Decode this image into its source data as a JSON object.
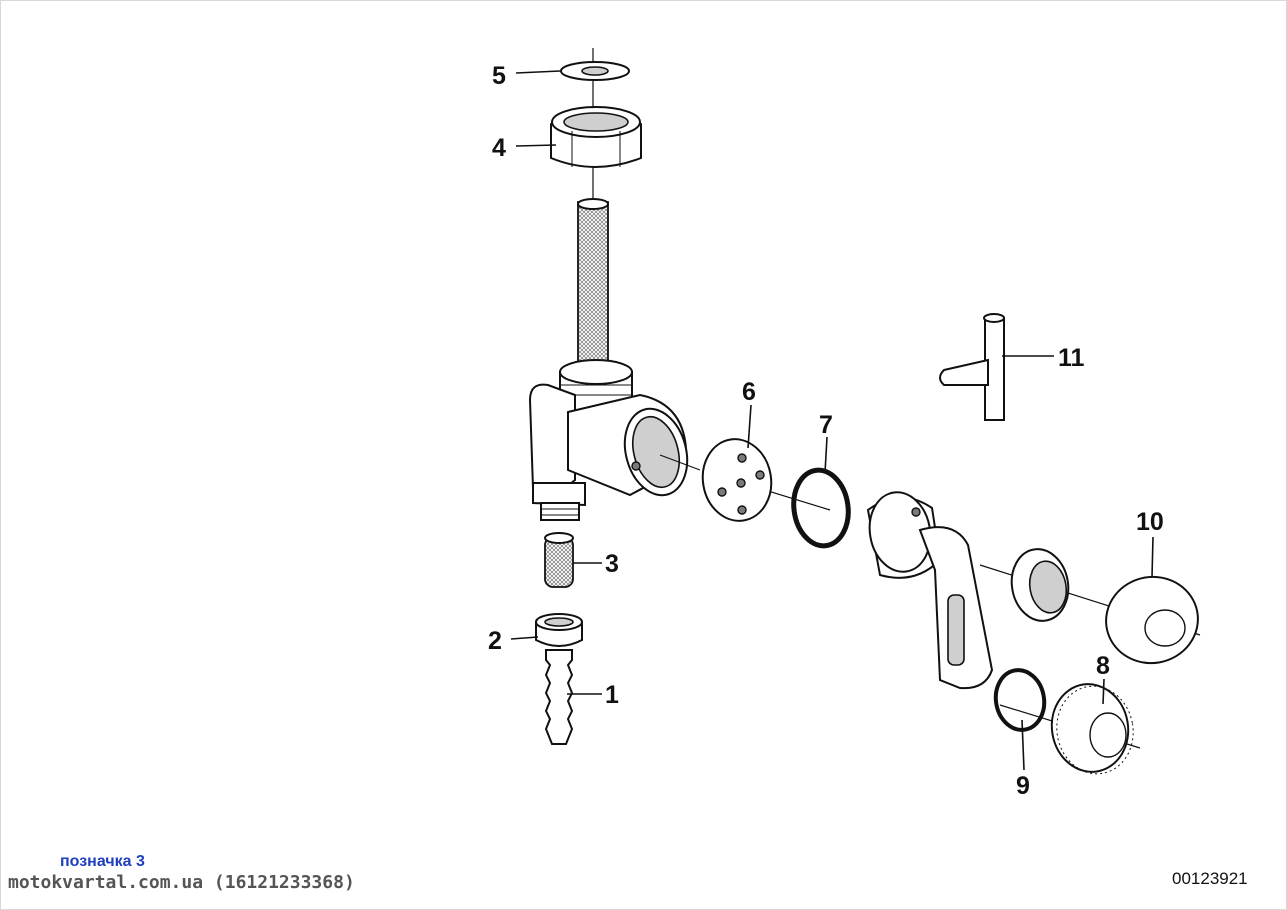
{
  "callouts": {
    "c1": "1",
    "c2": "2",
    "c3": "3",
    "c4": "4",
    "c5": "5",
    "c6": "6",
    "c7": "7",
    "c8": "8",
    "c9": "9",
    "c10": "10",
    "c11": "11"
  },
  "footer": {
    "tag": "позначка 3",
    "watermark": "motokvartal.com.ua (16121233368)",
    "drawing_number": "00123921"
  },
  "colors": {
    "tag": "#1f3fbf",
    "watermark": "#555555",
    "line": "#111111"
  }
}
